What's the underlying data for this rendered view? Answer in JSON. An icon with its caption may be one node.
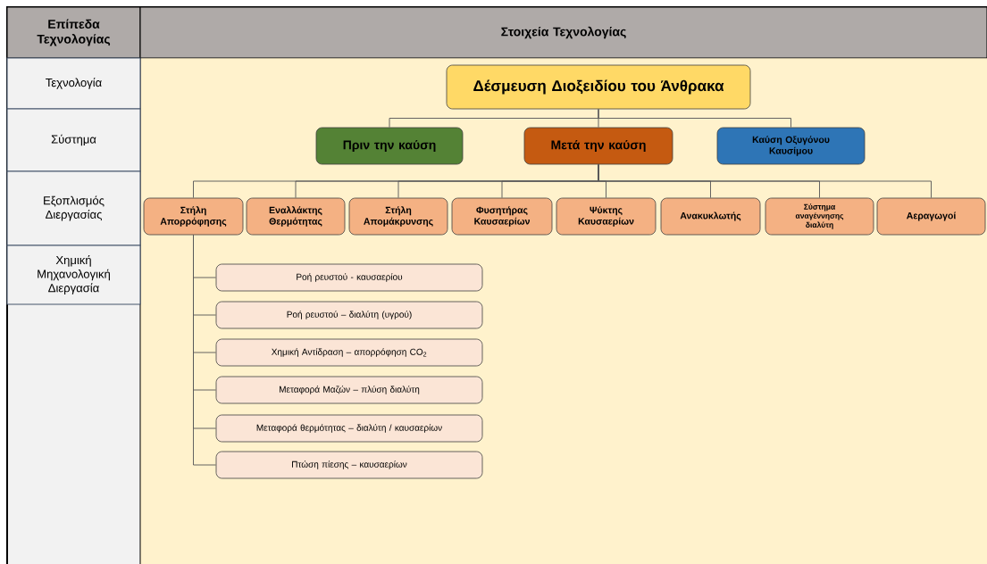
{
  "diagram": {
    "nodes": [
      {
        "text": [
          "Επίπεδα Τεχνολογίας"
        ]
      },
      {
        "text": [
          "Στοιχεία Τεχνολογίας"
        ]
      },
      {
        "text": [
          "Τεχνολογία"
        ]
      },
      {
        "text": [
          "Σύστημα"
        ]
      },
      {
        "text": [
          "Εξοπλισμός Διεργασίας"
        ]
      },
      {
        "text": [
          "Χημική Μηχανολογική Διεργασία"
        ]
      },
      {
        "text": [
          "Δέσμευση Διοξειδίου του Άνθρακα"
        ]
      },
      {
        "text": [
          "Πριν την καύση"
        ]
      },
      {
        "text": [
          "Μετά την καύση"
        ]
      },
      {
        "text": [
          "Καύση Οξυγόνου Καυσίμου"
        ]
      },
      {
        "text": [
          "Στήλη Απορρόφησης"
        ]
      },
      {
        "text": [
          "Εναλλάκτης Θερμότητας"
        ]
      },
      {
        "text": [
          "Στήλη Απομάκρυνσης"
        ]
      },
      {
        "text": [
          "Φυσητήρας Καυσαερίων"
        ]
      },
      {
        "text": [
          "Ψύκτης Καυσαερίων"
        ]
      },
      {
        "text": [
          "Ανακυκλωτής"
        ]
      },
      {
        "text": [
          "Σύστημα αναγέννησης διαλύτη"
        ]
      },
      {
        "text": [
          "Αεραγωγοί"
        ]
      },
      {
        "text": [
          "Ροή ρευστού - καυσαερίου"
        ]
      },
      {
        "text": [
          "Ροή ρευστού – διαλύτη (υγρού)"
        ]
      },
      {
        "text": [
          "Χημική Αντίδραση – απορρόφηση CO$_{2}$"
        ]
      },
      {
        "text": [
          "Μεταφορά Μαζών – πλύση διαλύτη"
        ]
      },
      {
        "text": [
          "Μεταφορά θερμότητας – διαλύτη / καυσαερίων"
        ]
      },
      {
        "text": [
          "Πτώση πίεσης – καυσαερίων"
        ]
      }
    ],
    "edges": [
      {
        "from": 6,
        "to": 7,
        "arrow": "none"
      },
      {
        "from": 6,
        "to": 8,
        "arrow": "none"
      },
      {
        "from": 6,
        "to": 9,
        "arrow": "none"
      },
      {
        "from": 8,
        "to": 10,
        "arrow": "none"
      },
      {
        "from": 8,
        "to": 11,
        "arrow": "none"
      },
      {
        "from": 8,
        "to": 12,
        "arrow": "none"
      },
      {
        "from": 8,
        "to": 13,
        "arrow": "none"
      },
      {
        "from": 8,
        "to": 14,
        "arrow": "none"
      },
      {
        "from": 8,
        "to": 15,
        "arrow": "none"
      },
      {
        "from": 8,
        "to": 16,
        "arrow": "none"
      },
      {
        "from": 8,
        "to": 17,
        "arrow": "none"
      },
      {
        "from": 10,
        "to": 18,
        "arrow": "none"
      },
      {
        "from": 10,
        "to": 19,
        "arrow": "none"
      },
      {
        "from": 10,
        "to": 20,
        "arrow": "none"
      },
      {
        "from": 10,
        "to": 21,
        "arrow": "none"
      },
      {
        "from": 10,
        "to": 22,
        "arrow": "none"
      },
      {
        "from": 10,
        "to": 23,
        "arrow": "none"
      }
    ]
  }
}
